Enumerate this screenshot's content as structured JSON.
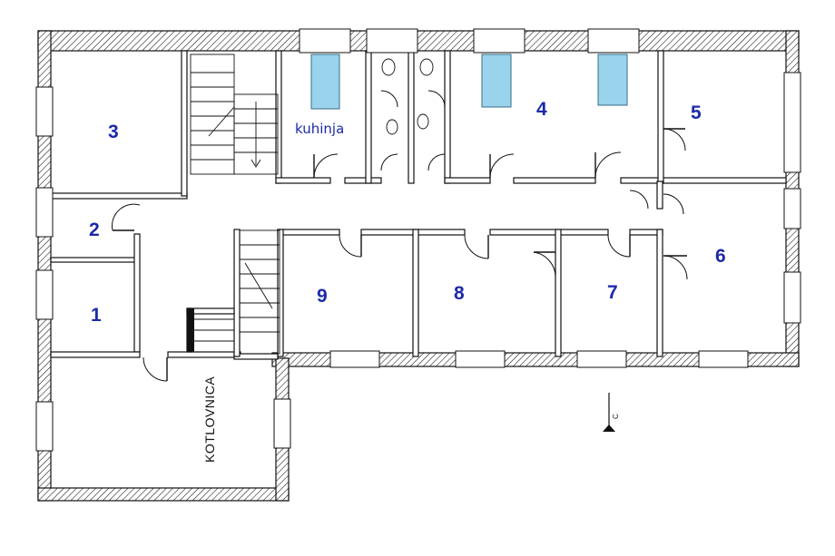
{
  "rooms": {
    "r1": "1",
    "r2": "2",
    "r3": "3",
    "r4": "4",
    "r5": "5",
    "r6": "6",
    "r7": "7",
    "r8": "8",
    "r9": "9",
    "kitchen": "kuhinja",
    "boiler": "KOTLOVNICA"
  },
  "north_label": "C",
  "colors": {
    "room_numbers": "#1c2aa8",
    "beds": "#9ad3ec",
    "walls": "#111111"
  }
}
